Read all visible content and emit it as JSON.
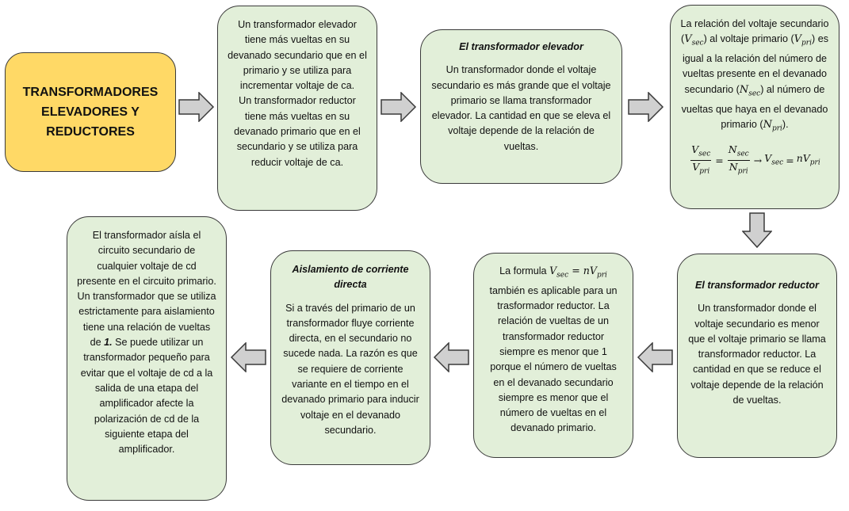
{
  "title": "TRANSFORMADORES ELEVADORES Y REDUCTORES",
  "box1": {
    "p1": "Un transformador elevador tiene más vueltas en su devanado secundario que en el primario y se utiliza para incrementar voltaje de ca.",
    "p2": "Un transformador reductor tiene más vueltas en su devanado primario que en el secundario y se utiliza para reducir voltaje de ca."
  },
  "box2": {
    "heading": "El transformador elevador",
    "body": "Un transformador donde el voltaje secundario es más grande que el voltaje primario se llama transformador elevador. La cantidad en que se eleva el voltaje depende de la relación de vueltas."
  },
  "box3": {
    "t1": "La relación del voltaje secundario (",
    "vsec": "V",
    "vsec_sub": "sec",
    "t2": ") al voltaje primario (",
    "vpri": "V",
    "vpri_sub": "pri",
    "t3": ") es igual a la relación del número de vueltas presente en el devanado secundario (",
    "nsec": "N",
    "nsec_sub": "sec",
    "t4": ") al número de vueltas que haya en el devanado primario (",
    "npri": "N",
    "npri_sub": "pri",
    "t5": ").",
    "eq_arrow": "→",
    "eq_equals": "=",
    "eq_rhs": "nV"
  },
  "box4": {
    "heading": "El transformador reductor",
    "body": "Un transformador donde el voltaje secundario es menor que el voltaje primario se llama transformador reductor. La cantidad en que se reduce el voltaje depende de la relación de vueltas."
  },
  "box5": {
    "t1": "La formula ",
    "t2": " también es aplicable para un trasformador reductor. La relación de vueltas de un transformador reductor siempre es menor que 1 porque el número de vueltas en el devanado secundario siempre es menor que el número de vueltas en el devanado primario."
  },
  "box6": {
    "heading": "Aislamiento de corriente directa",
    "body": "Si a través del primario de un transformador fluye corriente directa, en el secundario no sucede nada. La razón es que se requiere de corriente variante en el tiempo en el devanado primario para inducir voltaje en el devanado secundario."
  },
  "box7": {
    "t1": "El transformador aísla el circuito secundario de cualquier voltaje de cd presente en el circuito primario. Un transformador que se utiliza estrictamente para aislamiento tiene una relación de vueltas de ",
    "bold": "1.",
    "t2": " Se puede utilizar un transformador pequeño para evitar que el voltaje de cd a la salida de una etapa del amplificador afecte la polarización de cd de la siguiente etapa del amplificador."
  },
  "colors": {
    "box_fill": "#e2efd9",
    "title_fill": "#ffd966",
    "arrow_fill": "#d0d0d0",
    "border": "#3a3a3a"
  }
}
